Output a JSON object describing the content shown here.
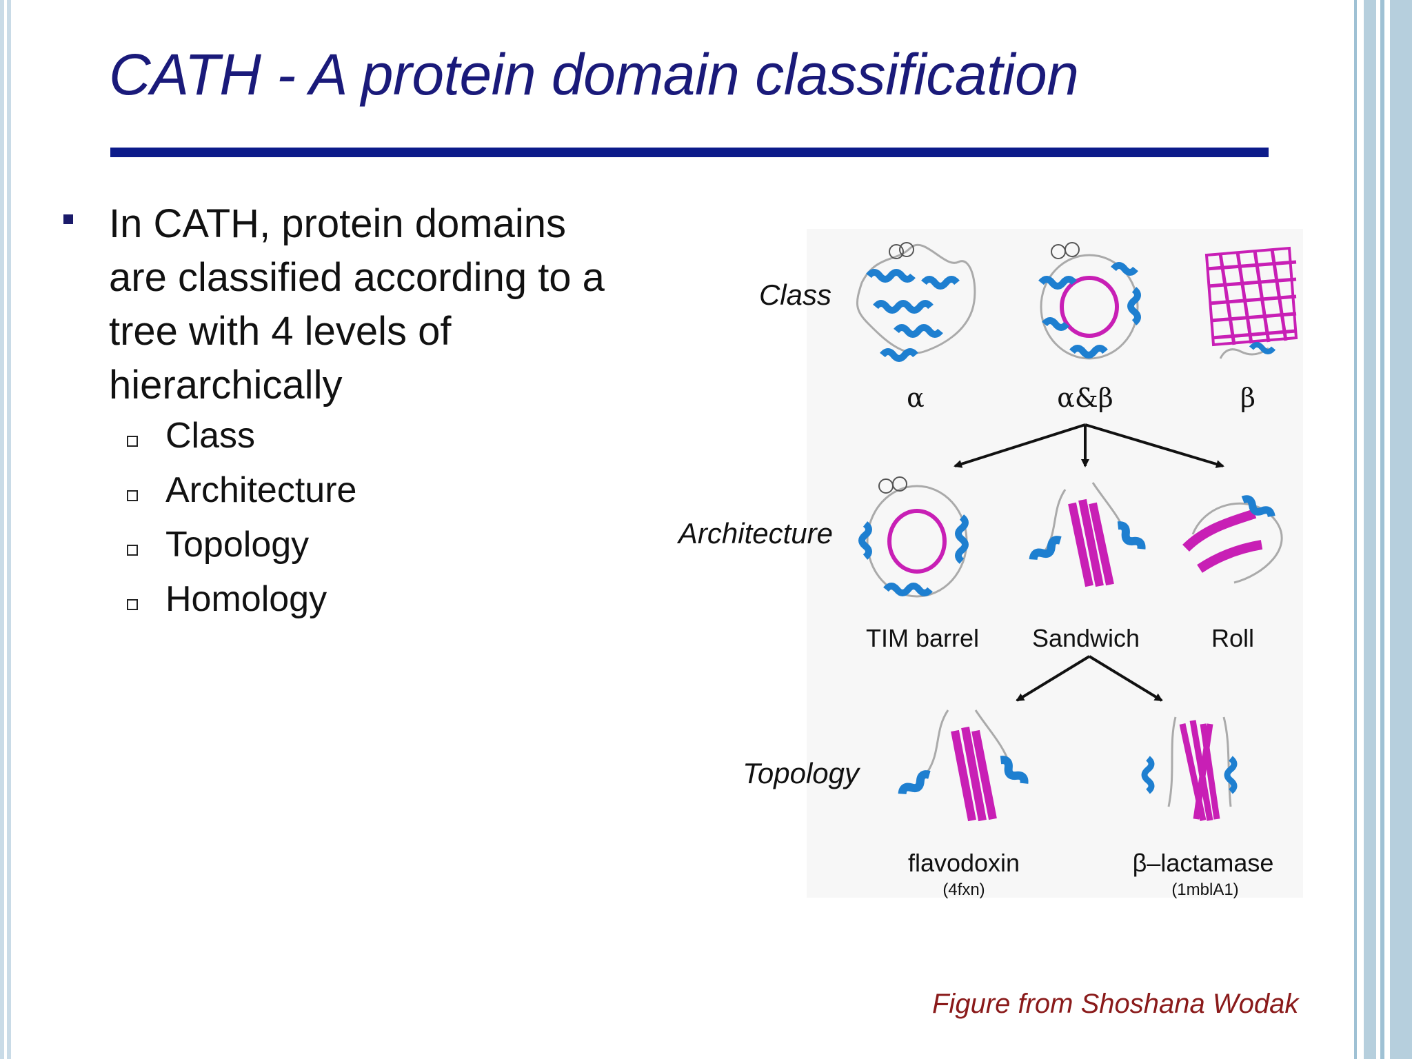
{
  "slide": {
    "title": "CATH - A protein domain classification",
    "bullet": "In CATH, protein domains are classified according to a tree with 4 levels of hierarchically",
    "sub_bullets": [
      "Class",
      "Architecture",
      "Topology",
      "Homology"
    ],
    "credit": "Figure  from Shoshana Wodak"
  },
  "figure": {
    "row_labels": {
      "class": "Class",
      "architecture": "Architecture",
      "topology": "Topology"
    },
    "class_items": [
      "α",
      "α&β",
      "β"
    ],
    "architecture_items": [
      "TIM barrel",
      "Sandwich",
      "Roll"
    ],
    "topology_items": [
      {
        "name": "flavodoxin",
        "code": "(4fxn)"
      },
      {
        "name": "β–lactamase",
        "code": "(1mblA1)"
      }
    ],
    "colors": {
      "helix": "#1e7fd0",
      "strand": "#c81fb5",
      "coil": "#9a9a9a",
      "title": "#1a1a7a",
      "rule": "#0c1b8a",
      "credit": "#8a1a1a"
    }
  }
}
